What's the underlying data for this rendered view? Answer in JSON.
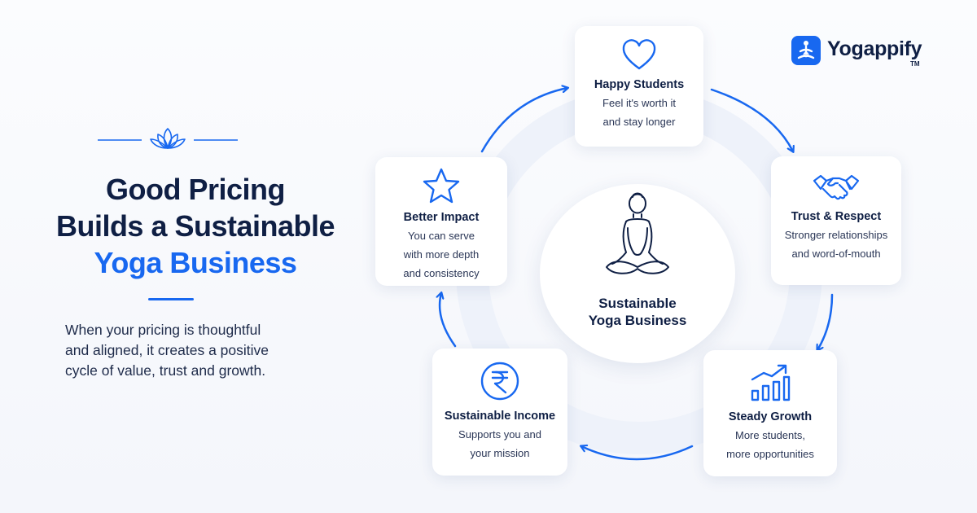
{
  "heading": {
    "lines": [
      "Good Pricing",
      "Builds a Sustainable"
    ],
    "accent_line": "Yoga Business"
  },
  "lead": {
    "lines": [
      "When your pricing is thoughtful",
      "and aligned, it creates a positive",
      "cycle of value, trust and growth."
    ]
  },
  "logo": {
    "name": "Yogappify",
    "trademark": "TM"
  },
  "center": {
    "lines": [
      "Sustainable",
      "Yoga Business"
    ],
    "icon": "meditating-person-icon"
  },
  "cycle": [
    {
      "id": "happy",
      "title": "Happy Students",
      "desc": [
        "Feel it's worth it",
        "and stay longer"
      ],
      "icon": "heart-icon"
    },
    {
      "id": "trust",
      "title": "Trust & Respect",
      "desc": [
        "Stronger relationships",
        "and word-of-mouth"
      ],
      "icon": "handshake-icon"
    },
    {
      "id": "growth",
      "title": "Steady Growth",
      "desc": [
        "More students,",
        "more opportunities"
      ],
      "icon": "growth-chart-icon"
    },
    {
      "id": "income",
      "title": "Sustainable Income",
      "desc": [
        "Supports you and",
        "your mission"
      ],
      "icon": "rupee-icon"
    },
    {
      "id": "impact",
      "title": "Better Impact",
      "desc": [
        "You can serve",
        "with more depth",
        "and consistency"
      ],
      "icon": "star-icon"
    }
  ],
  "colors": {
    "accent": "#1868f0",
    "navy": "#0f1f44",
    "text": "#1e2b4a",
    "background": "#f6f8fc",
    "card": "#ffffff"
  }
}
